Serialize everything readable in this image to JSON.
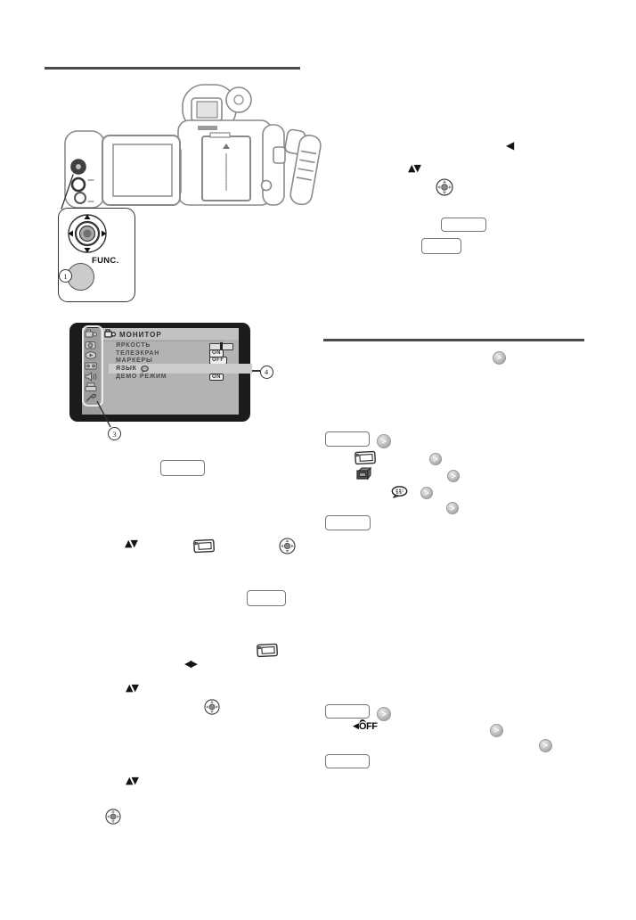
{
  "glyphs": {
    "up_down": "▲▼",
    "left": "◀",
    "left_right": "◀▶",
    "chevron": ">",
    "battery_mark": "▲"
  },
  "callout_labels": {
    "one": "1",
    "three": "3",
    "four": "4"
  },
  "func_panel": {
    "label": "FUNC."
  },
  "menu_screen": {
    "title": "МОНИТОР",
    "rows": [
      {
        "label": "ЯРКОСТЬ",
        "control": "slider"
      },
      {
        "label": "ТЕЛЕЭКРАН",
        "value": "ON"
      },
      {
        "label": "МАРКЕРЫ",
        "value": "OFF"
      },
      {
        "label": "ЯЗЫК",
        "control": "language-bubble-icon",
        "highlighted": true
      },
      {
        "label": "ДЕМО РЕЖИМ",
        "value": "ON"
      }
    ],
    "sidebar_icons": [
      "camera-setup-icon",
      "record-setup-icon",
      "play-setup-icon",
      "card-setup-icon",
      "audio-setup-icon",
      "print-setup-icon",
      "system-setup-icon"
    ]
  },
  "step_icons": {
    "off_label": "OFF"
  }
}
